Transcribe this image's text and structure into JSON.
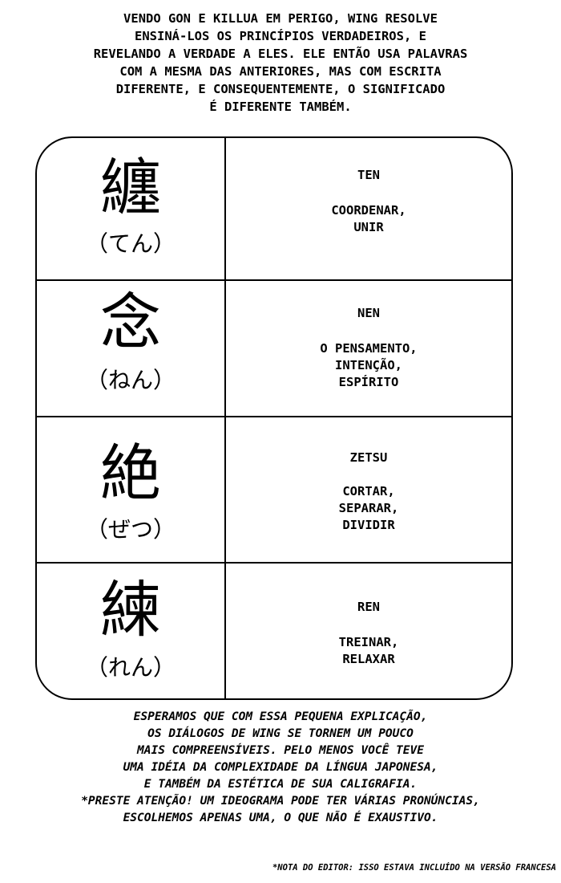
{
  "intro": {
    "lines": [
      "VENDO GON E KILLUA EM PERIGO, WING RESOLVE",
      "ENSINÁ-LOS OS PRINCÍPIOS VERDADEIROS, E",
      "REVELANDO A VERDADE A ELES. ELE ENTÃO USA PALAVRAS",
      "COM A MESMA DAS ANTERIORES, MAS COM ESCRITA",
      "DIFERENTE, E CONSEQUENTEMENTE, O SIGNIFICADO",
      "É DIFERENTE TAMBÉM."
    ]
  },
  "rows": [
    {
      "kanji": "纏",
      "reading": "（てん）",
      "term": "TEN",
      "meaning": [
        "COORDENAR,",
        "UNIR"
      ]
    },
    {
      "kanji": "念",
      "reading": "（ねん）",
      "term": "NEN",
      "meaning": [
        "O PENSAMENTO,",
        "INTENÇÃO,",
        "ESPÍRITO"
      ]
    },
    {
      "kanji": "絶",
      "reading": "（ぜつ）",
      "term": "ZETSU",
      "meaning": [
        "CORTAR,",
        "SEPARAR,",
        "DIVIDIR"
      ]
    },
    {
      "kanji": "練",
      "reading": "（れん）",
      "term": "REN",
      "meaning": [
        "TREINAR,",
        "RELAXAR"
      ]
    }
  ],
  "outro": {
    "lines": [
      "ESPERAMOS QUE COM ESSA PEQUENA EXPLICAÇÃO,",
      "OS DIÁLOGOS DE WING SE TORNEM UM POUCO",
      "MAIS COMPREENSÍVEIS. PELO MENOS VOCÊ TEVE",
      "UMA IDÉIA DA COMPLEXIDADE DA LÍNGUA JAPONESA,",
      "E TAMBÉM DA ESTÉTICA DE SUA CALIGRAFIA."
    ]
  },
  "note": {
    "lines": [
      "*PRESTE ATENÇÃO! UM IDEOGRAMA PODE TER VÁRIAS PRONÚNCIAS,",
      "ESCOLHEMOS APENAS UMA, O QUE NÃO É EXAUSTIVO."
    ]
  },
  "editor_note": "*NOTA DO EDITOR: ISSO ESTAVA INCLUÍDO NA VERSÃO FRANCESA"
}
